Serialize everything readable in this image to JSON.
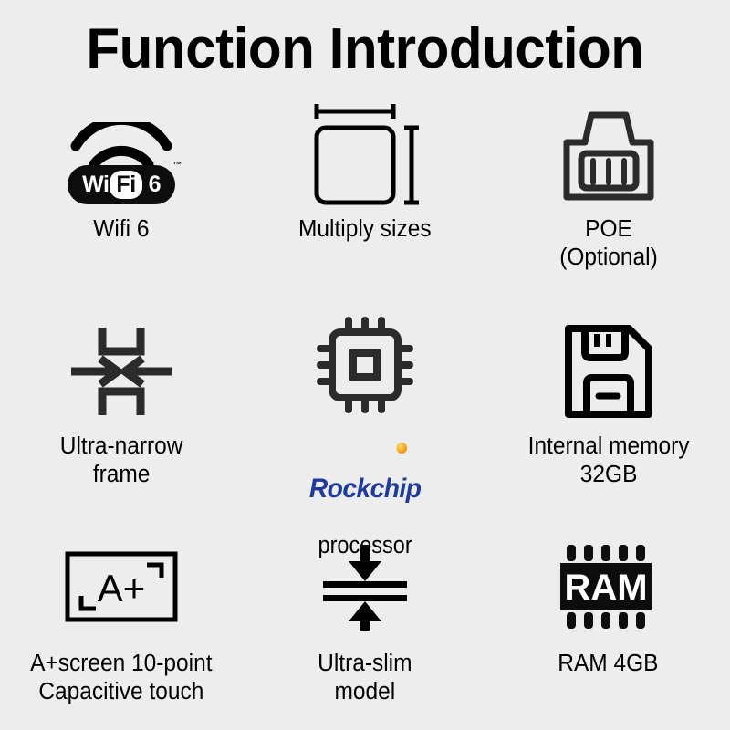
{
  "page": {
    "title": "Function Introduction",
    "background_color": "#ededed",
    "text_color": "#000000"
  },
  "brand": {
    "rockchip_name": "Rockchip",
    "rockchip_blue": "#1e3a9e",
    "rockchip_dot_color": "#f7a41b",
    "wifi_badge": {
      "part1": "Wi",
      "part2": "Fi",
      "part3": "6",
      "trademark": "™",
      "badge_color": "#0d0d0d"
    },
    "ram_chip_label": "RAM",
    "screen_grade_label": "A+"
  },
  "features": [
    {
      "icon": "wifi-6-icon",
      "label": "Wifi 6"
    },
    {
      "icon": "multiply-sizes-icon",
      "label": "Multiply sizes"
    },
    {
      "icon": "poe-ethernet-icon",
      "label": "POE\n(Optional)"
    },
    {
      "icon": "ultra-narrow-frame-icon",
      "label": "Ultra-narrow\nframe"
    },
    {
      "icon": "processor-chip-icon",
      "label": "processor"
    },
    {
      "icon": "floppy-disk-icon",
      "label": "Internal memory\n32GB"
    },
    {
      "icon": "a-plus-screen-icon",
      "label": "A+screen 10-point\nCapacitive touch"
    },
    {
      "icon": "ultra-slim-icon",
      "label": "Ultra-slim\nmodel"
    },
    {
      "icon": "ram-module-icon",
      "label": "RAM 4GB"
    }
  ]
}
